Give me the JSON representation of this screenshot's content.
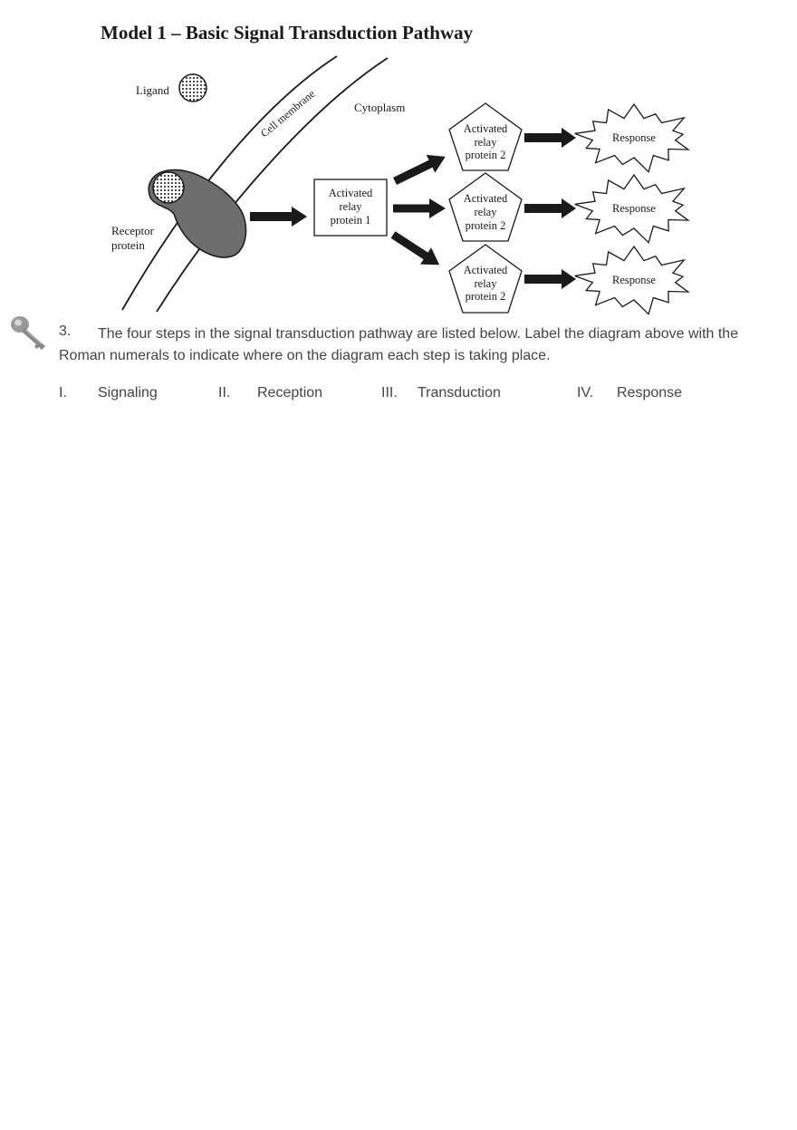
{
  "title": "Model 1 – Basic Signal Transduction Pathway",
  "diagram": {
    "ligand_label": "Ligand",
    "membrane_label": "Cell membrane",
    "cytoplasm_label": "Cytoplasm",
    "receptor_label": [
      "Receptor",
      "protein"
    ],
    "relay1_label": [
      "Activated",
      "relay",
      "protein 1"
    ],
    "relay2_label": [
      "Activated",
      "relay",
      "protein 2"
    ],
    "response_label": "Response"
  },
  "question": {
    "number": "3.",
    "text": "The four steps in the signal transduction pathway are listed below. Label the diagram above with the Roman numerals to indicate where on the diagram each step is taking place.",
    "steps": [
      {
        "numeral": "I.",
        "label": "Signaling"
      },
      {
        "numeral": "II.",
        "label": "Reception"
      },
      {
        "numeral": "III.",
        "label": "Transduction"
      },
      {
        "numeral": "IV.",
        "label": "Response"
      }
    ]
  },
  "colors": {
    "ink": "#1a1a1a",
    "receptor_fill": "#6e6e6e",
    "question_text": "#444444"
  }
}
